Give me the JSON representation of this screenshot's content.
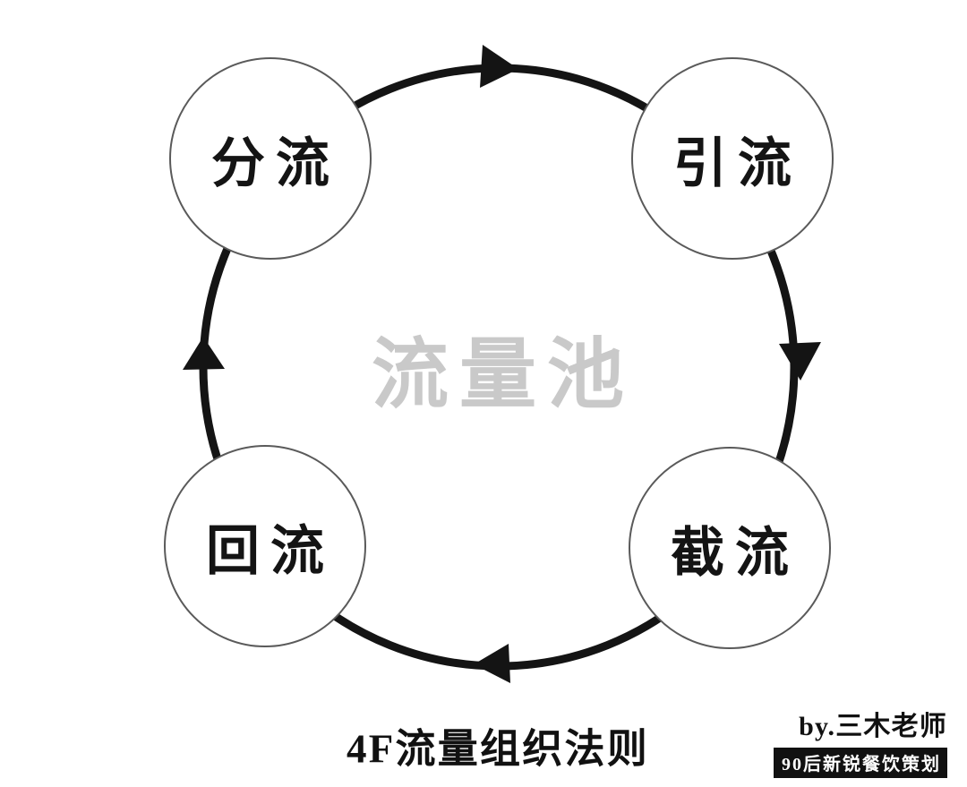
{
  "diagram": {
    "title": "4F流量组织法则",
    "center_label": "流量池",
    "flow_direction": "clockwise",
    "nodes": [
      {
        "label": "分流",
        "position": "top-left"
      },
      {
        "label": "引流",
        "position": "top-right"
      },
      {
        "label": "截流",
        "position": "bottom-right"
      },
      {
        "label": "回流",
        "position": "bottom-left"
      }
    ],
    "credit": {
      "byline": "by.三木老师",
      "tagline": "90后新锐餐饮策划"
    },
    "colors": {
      "ink": "#141414",
      "center_text": "#c9c9c9",
      "circle_fill": "#ffffff",
      "circle_stroke": "#5a5a5a",
      "badge_bg": "#111111",
      "badge_text": "#ffffff",
      "background": "#ffffff"
    }
  }
}
